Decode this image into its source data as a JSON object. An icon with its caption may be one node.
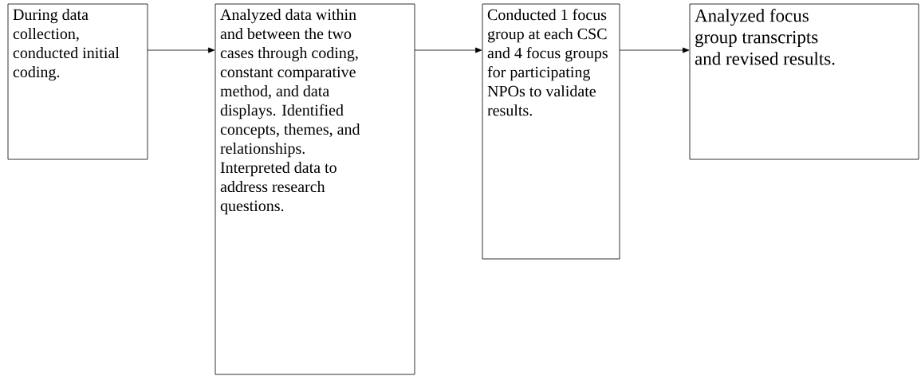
{
  "diagram": {
    "nodes": [
      {
        "text": [
          "During data collection, conducted initial coding."
        ]
      },
      {
        "text": [
          "Analyzed data within and between the two cases through coding, constant comparative method, and data displays. Identified concepts, themes, and relationships. Interpreted data to address research questions."
        ]
      },
      {
        "text": [
          "Conducted 1 focus group at each CSC and 4 focus groups for participating NPOs to validate results."
        ]
      },
      {
        "text": [
          "Analyzed focus group transcripts and revised results."
        ]
      }
    ],
    "edges": [
      {
        "from": 0,
        "to": 1,
        "arrow": "to"
      },
      {
        "from": 1,
        "to": 2,
        "arrow": "to"
      },
      {
        "from": 2,
        "to": 3,
        "arrow": "to"
      }
    ]
  }
}
